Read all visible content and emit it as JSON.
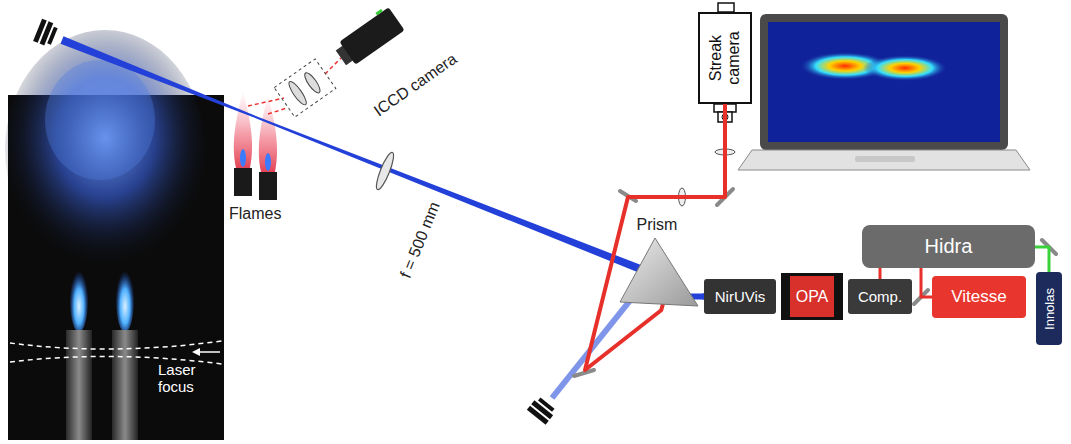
{
  "diagram": {
    "nodes": [
      {
        "text": [
          "Streak camera"
        ]
      },
      {
        "text": [
          "Prism"
        ]
      },
      {
        "text": [
          "Hidra"
        ]
      },
      {
        "text": [
          "Innolas"
        ]
      },
      {
        "text": [
          "NirUVis"
        ]
      },
      {
        "text": [
          "OPA"
        ]
      },
      {
        "text": [
          "Comp."
        ]
      },
      {
        "text": [
          "Vitesse"
        ]
      }
    ],
    "edges": [
      {
        "from": 4,
        "to": 1,
        "arrow": "none"
      },
      {
        "from": 1,
        "to": 0,
        "arrow": "none"
      },
      {
        "from": 6,
        "to": 2,
        "arrow": "none"
      },
      {
        "from": 7,
        "to": 2,
        "arrow": "none"
      },
      {
        "from": 3,
        "to": 2,
        "arrow": "none"
      }
    ],
    "labels": [
      "ICCD camera",
      "f = 500 mm",
      "Flames",
      "Laser focus"
    ]
  }
}
